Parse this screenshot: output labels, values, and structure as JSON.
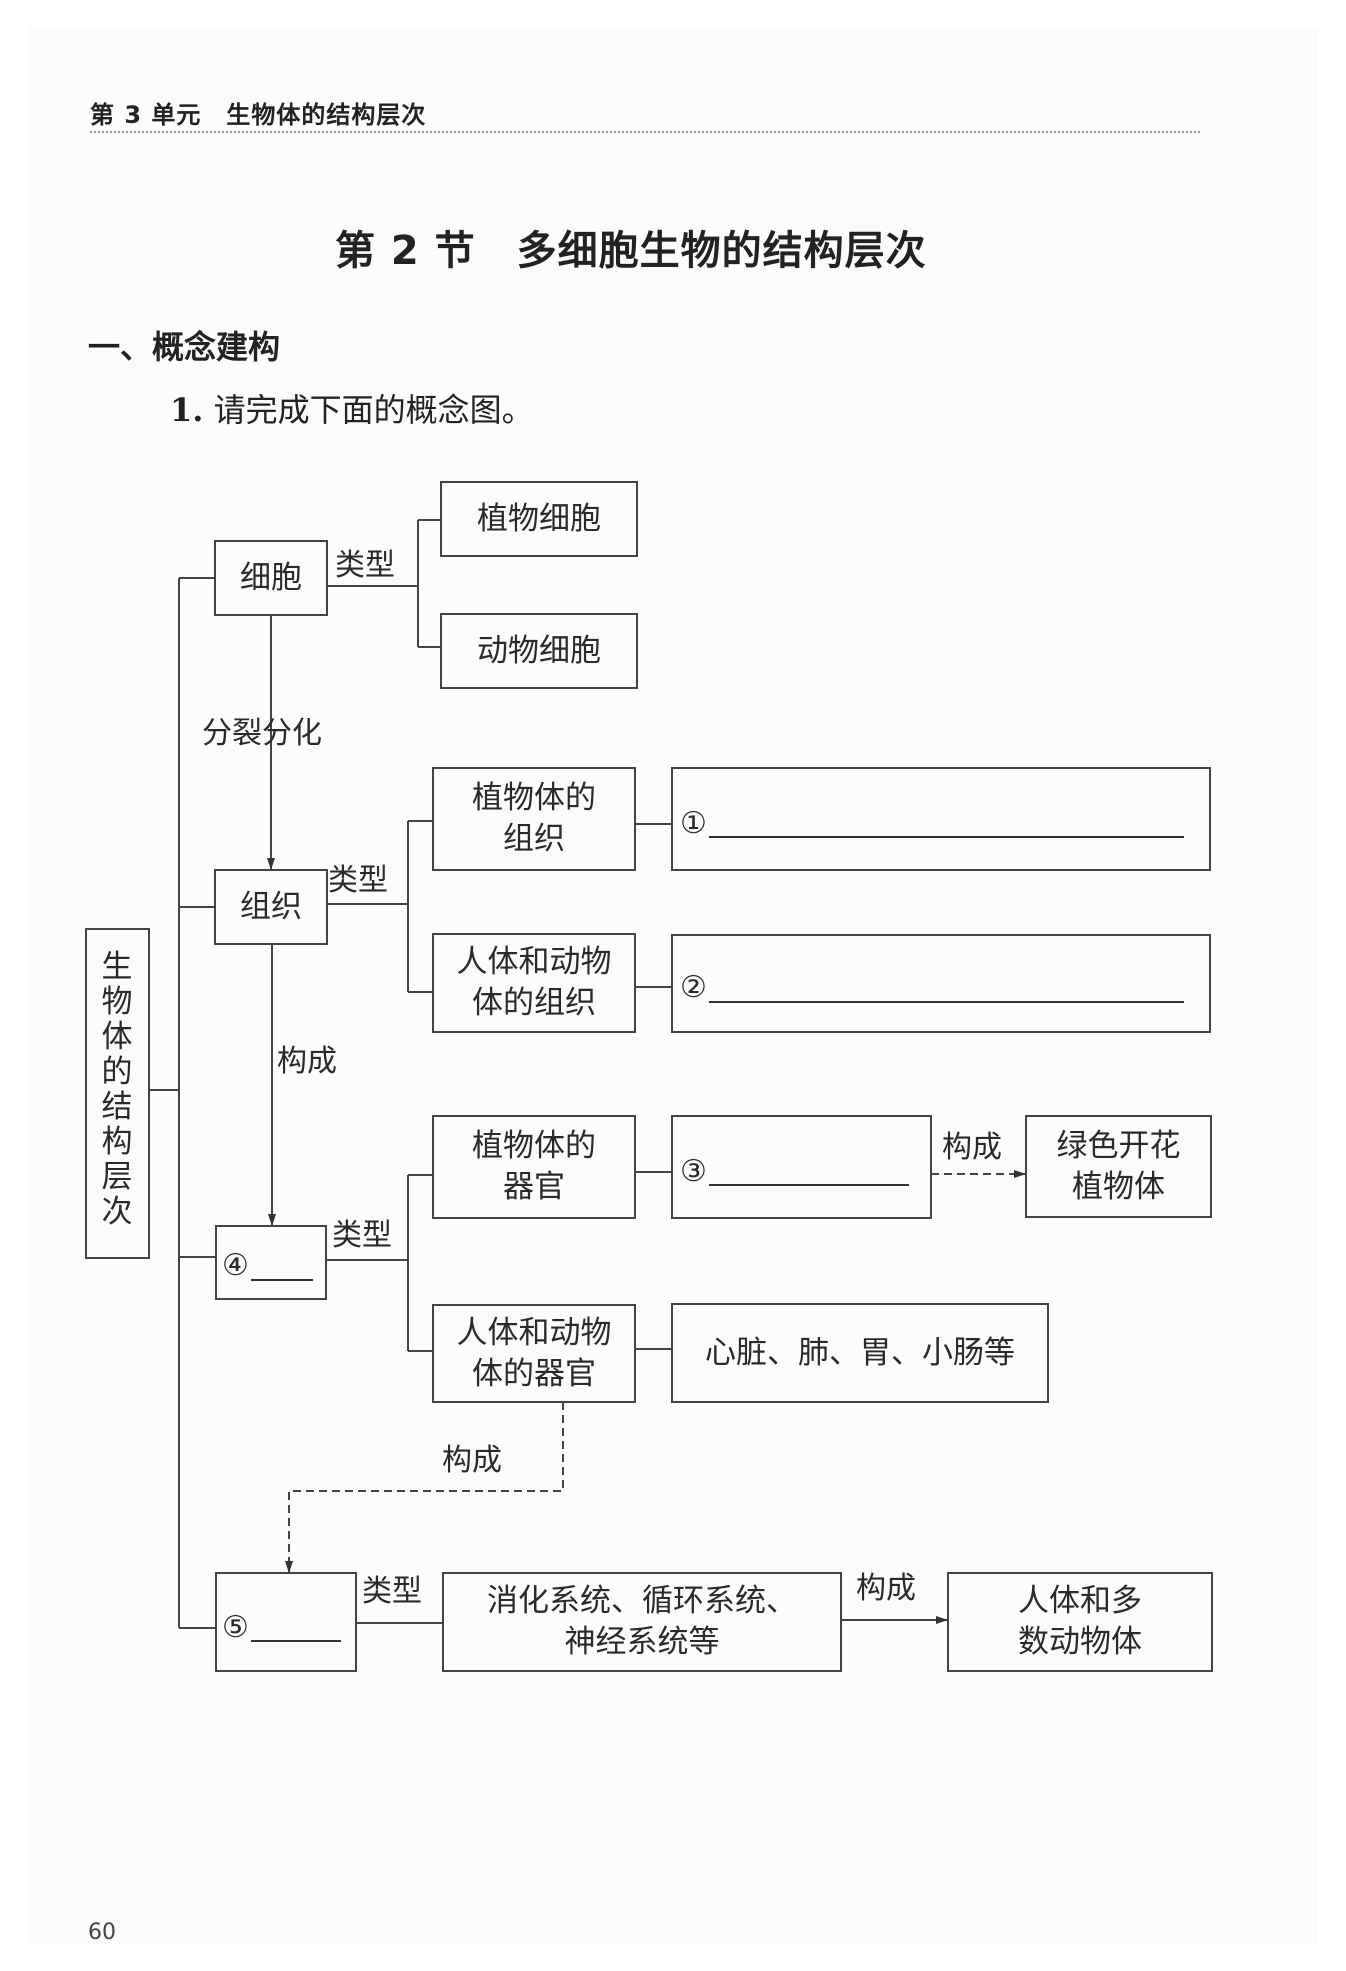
{
  "header": {
    "unit": "第 3 单元　生物体的结构层次"
  },
  "title": "第 2 节　多细胞生物的结构层次",
  "section": "一、概念建构",
  "question": {
    "number": "1.",
    "text": "请完成下面的概念图。"
  },
  "diagram": {
    "root": "生物体的结构层次",
    "level_cell": "细胞",
    "cell_types": [
      "植物细胞",
      "动物细胞"
    ],
    "label_division": "分裂分化",
    "level_tissue": "组织",
    "tissue_types": [
      "植物体的组织",
      "人体和动物体的组织"
    ],
    "tissue_types_lines": [
      [
        "植物体的",
        "组织"
      ],
      [
        "人体和动物",
        "体的组织"
      ]
    ],
    "blank_1": "①",
    "blank_2": "②",
    "label_compose": "构成",
    "level_organ_blank": "④",
    "organ_types_lines": [
      [
        "植物体的",
        "器官"
      ],
      [
        "人体和动物",
        "体的器官"
      ]
    ],
    "blank_3": "③",
    "plant_body_lines": [
      "绿色开花",
      "植物体"
    ],
    "organ_examples": "心脏、肺、胃、小肠等",
    "level_system_blank": "⑤",
    "systems_lines": [
      "消化系统、循环系统、",
      "神经系统等"
    ],
    "animal_body_lines": [
      "人体和多",
      "数动物体"
    ],
    "label_type": "类型"
  },
  "page_number": "60"
}
